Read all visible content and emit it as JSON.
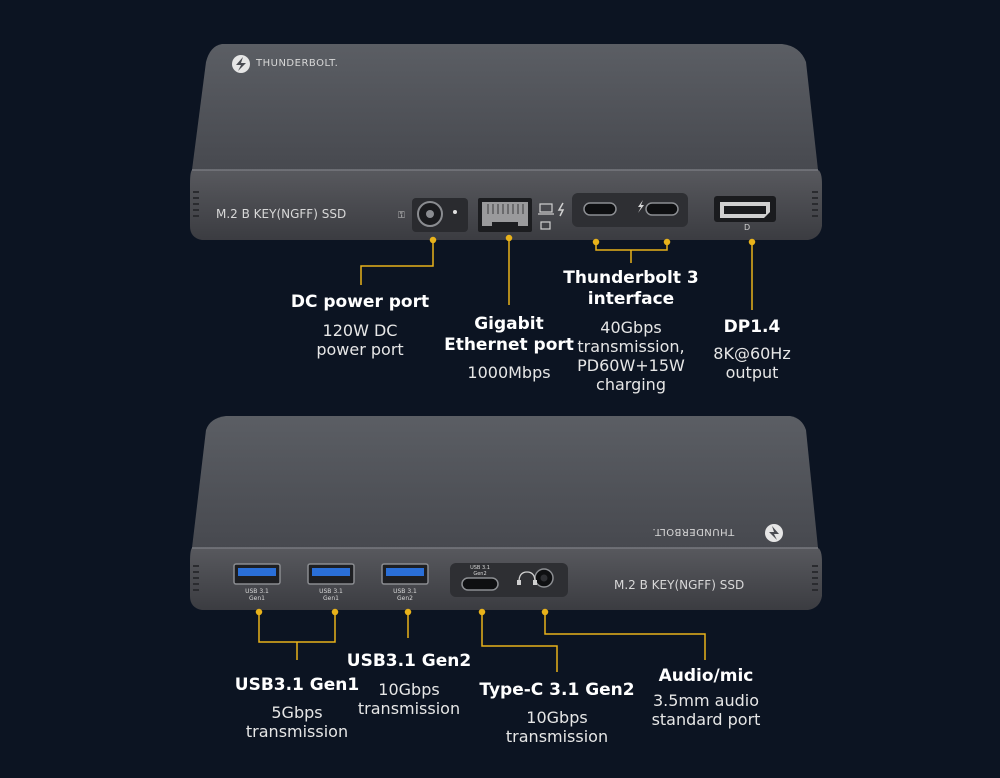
{
  "device_top": {
    "brand": "THUNDERBOLT.",
    "ssd_label": "M.2 B KEY(NGFF) SSD"
  },
  "device_bottom": {
    "brand": "THUNDERBOLT.",
    "ssd_label": "M.2 B KEY(NGFF) SSD",
    "usb_port_labels": [
      "USB 3.1\nGen1",
      "USB 3.1\nGen1",
      "USB 3.1\nGen2"
    ],
    "typec_port_label": "USB 3.1\nGen2"
  },
  "callouts_top": [
    {
      "id": "dc",
      "title": "DC power port",
      "desc": [
        "120W DC",
        "power port"
      ]
    },
    {
      "id": "ethernet",
      "title": [
        "Gigabit",
        "Ethernet port"
      ],
      "desc": [
        "1000Mbps"
      ]
    },
    {
      "id": "thunderbolt",
      "title": [
        "Thunderbolt 3",
        "interface"
      ],
      "desc": [
        "40Gbps",
        "transmission,",
        "PD60W+15W",
        "charging"
      ]
    },
    {
      "id": "dp",
      "title": "DP1.4",
      "desc": [
        "8K@60Hz",
        "output"
      ]
    }
  ],
  "callouts_bottom": [
    {
      "id": "usb-gen1",
      "title": "USB3.1 Gen1",
      "desc": [
        "5Gbps",
        "transmission"
      ]
    },
    {
      "id": "usb-gen2",
      "title": "USB3.1 Gen2",
      "desc": [
        "10Gbps",
        "transmission"
      ]
    },
    {
      "id": "typec",
      "title": "Type-C 3.1 Gen2",
      "desc": [
        "10Gbps",
        "transmission"
      ]
    },
    {
      "id": "audio",
      "title": "Audio/mic",
      "desc": [
        "3.5mm audio",
        "standard port"
      ]
    }
  ],
  "colors": {
    "background": "#0c1422",
    "device": "#4a4c52",
    "leader_line": "#e8b21a",
    "text": "#ffffff"
  }
}
